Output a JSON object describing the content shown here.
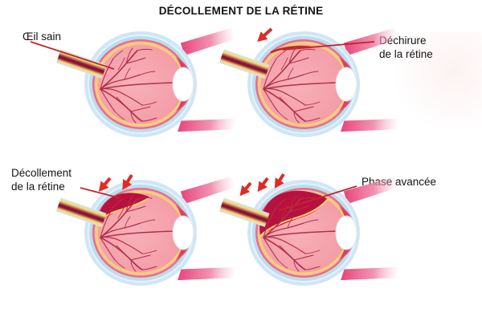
{
  "figure": {
    "title": "DÉCOLLEMENT DE LA RÉTINE",
    "type": "medical-illustration",
    "subject": "retinal detachment stages",
    "language": "fr",
    "panel_count": 4
  },
  "labels": {
    "healthy": "Œil sain",
    "tear": "Déchirure\nde la rétine",
    "detachment": "Décollement\nde la rétine",
    "advanced": "Phase avancée"
  },
  "panels": [
    {
      "id": "panel-healthy",
      "position": "top-left",
      "label": "Œil sain",
      "stage": 0,
      "arrow_count": 0,
      "detachment_size": "none",
      "leader_line": true
    },
    {
      "id": "panel-tear",
      "position": "top-right",
      "label": "Déchirure de la rétine",
      "stage": 1,
      "arrow_count": 1,
      "detachment_size": "tear-only",
      "leader_line": true
    },
    {
      "id": "panel-detachment",
      "position": "bottom-left",
      "label": "Décollement de la rétine",
      "stage": 2,
      "arrow_count": 2,
      "detachment_size": "small",
      "leader_line": true
    },
    {
      "id": "panel-advanced",
      "position": "bottom-right",
      "label": "Phase avancée",
      "stage": 3,
      "arrow_count": 3,
      "detachment_size": "large",
      "leader_line": true
    }
  ],
  "anatomy": {
    "sclera": "sclera",
    "choroid": "choroid",
    "retina": "retina",
    "lens": "lens",
    "optic_nerve": "optic-nerve",
    "blood_vessels": "retinal-blood-vessels",
    "muscle": "extraocular-muscle",
    "vitreous": "vitreous-body"
  },
  "colors": {
    "title_text": "#141414",
    "label_text": "#141414",
    "arrow_red": "#e02b26",
    "leader_red": "#c0262b",
    "sclera_blue": "#bcdcf0",
    "choroid_rose": "#e8707e",
    "choroid_band": "#f6c9cd",
    "yellow_band": "#f8d264",
    "retina_pink": "#f5a3ad",
    "retina_fill": "#f6a6ae",
    "vessel_red": "#b03048",
    "lens_white": "#ffffff",
    "iris_magenta": "#e0486e",
    "muscle_pink": "#e8447a",
    "detach_crimson": "#b8113f",
    "nerve_dark": "#8a1538",
    "background": "#ffffff"
  }
}
